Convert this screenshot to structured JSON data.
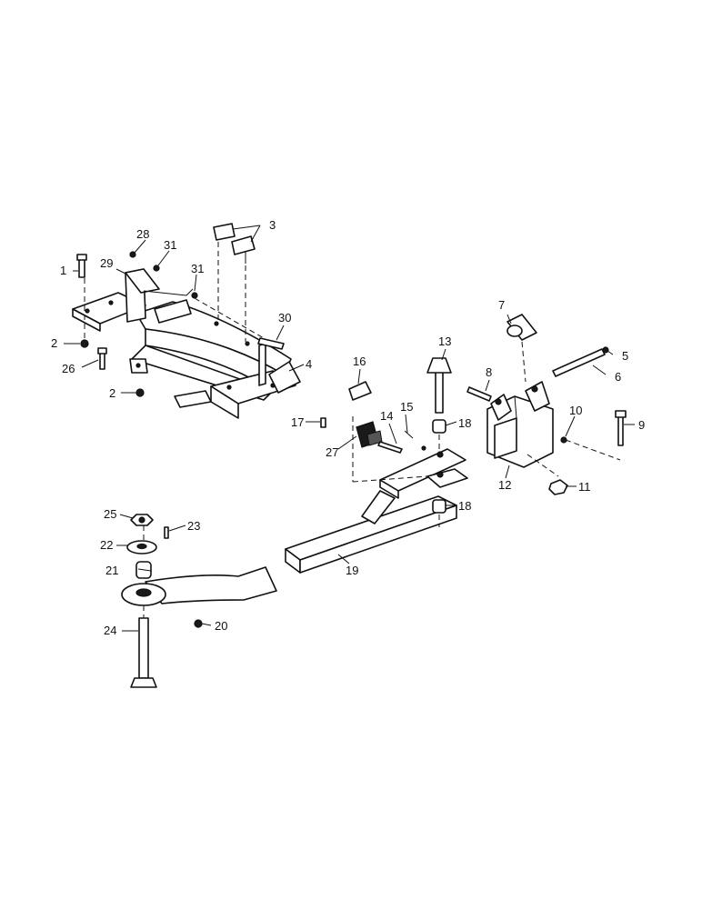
{
  "diagram": {
    "callouts": [
      "1",
      "2",
      "2",
      "3",
      "4",
      "5",
      "6",
      "7",
      "8",
      "9",
      "10",
      "11",
      "12",
      "13",
      "14",
      "15",
      "16",
      "17",
      "18",
      "18",
      "19",
      "20",
      "21",
      "22",
      "23",
      "24",
      "25",
      "26",
      "27",
      "28",
      "29",
      "30",
      "31",
      "31"
    ]
  }
}
